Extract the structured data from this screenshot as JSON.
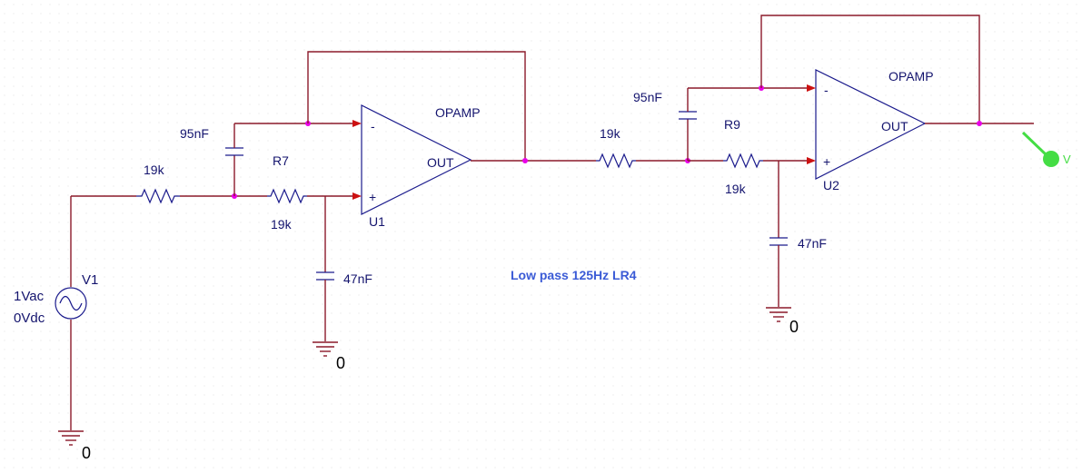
{
  "colors": {
    "wire": "#8b1a2a",
    "component": "#1a1a8c",
    "junction": "#e800e8",
    "label": "#14146e",
    "note": "#3b5bd6",
    "probe": "#44dd44"
  },
  "source": {
    "name": "V1",
    "ac": "1Vac",
    "dc": "0Vdc",
    "ground": "0"
  },
  "stage1": {
    "r_in_value": "19k",
    "r7_name": "R7",
    "r7_value": "19k",
    "cap_fb_value": "95nF",
    "cap_gnd_value": "47nF",
    "ground": "0",
    "opamp": {
      "type": "OPAMP",
      "name": "U1",
      "out_label": "OUT",
      "minus": "-",
      "plus": "+"
    }
  },
  "stage2": {
    "r_in_value": "19k",
    "r9_name": "R9",
    "r9_value": "19k",
    "cap_fb_value": "95nF",
    "cap_gnd_value": "47nF",
    "ground": "0",
    "opamp": {
      "type": "OPAMP",
      "name": "U2",
      "out_label": "OUT",
      "minus": "-",
      "plus": "+"
    }
  },
  "note": "Low pass 125Hz LR4",
  "probe": {
    "label": "V",
    "icon": "voltage-probe-icon"
  }
}
